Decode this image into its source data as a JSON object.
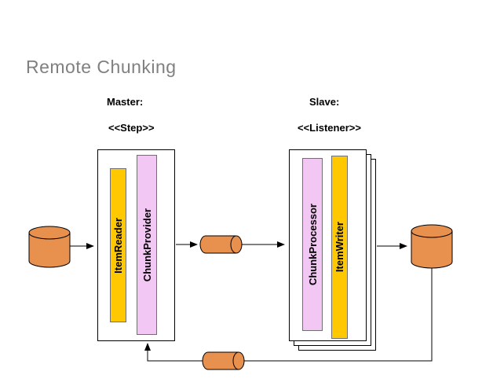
{
  "title": "Remote Chunking",
  "labels": {
    "master": "Master:",
    "slave": "Slave:",
    "step_stereotype": "<<Step>>",
    "listener_stereotype": "<<Listener>>"
  },
  "nodes": {
    "item_reader": "ItemReader",
    "chunk_provider": "ChunkProvider",
    "chunk_processor": "ChunkProcessor",
    "item_writer": "ItemWriter"
  },
  "icons": {
    "database_left": "database-cylinder-icon",
    "database_right": "database-cylinder-icon",
    "queue_middle": "message-queue-cylinder-icon",
    "queue_bottom": "message-queue-cylinder-icon"
  },
  "colors": {
    "cylinder-orange": "#E8914E",
    "bar-yellow": "#FFC800",
    "bar-pink": "#F3C7F3",
    "title-gray": "#808080",
    "line-black": "#000000"
  }
}
